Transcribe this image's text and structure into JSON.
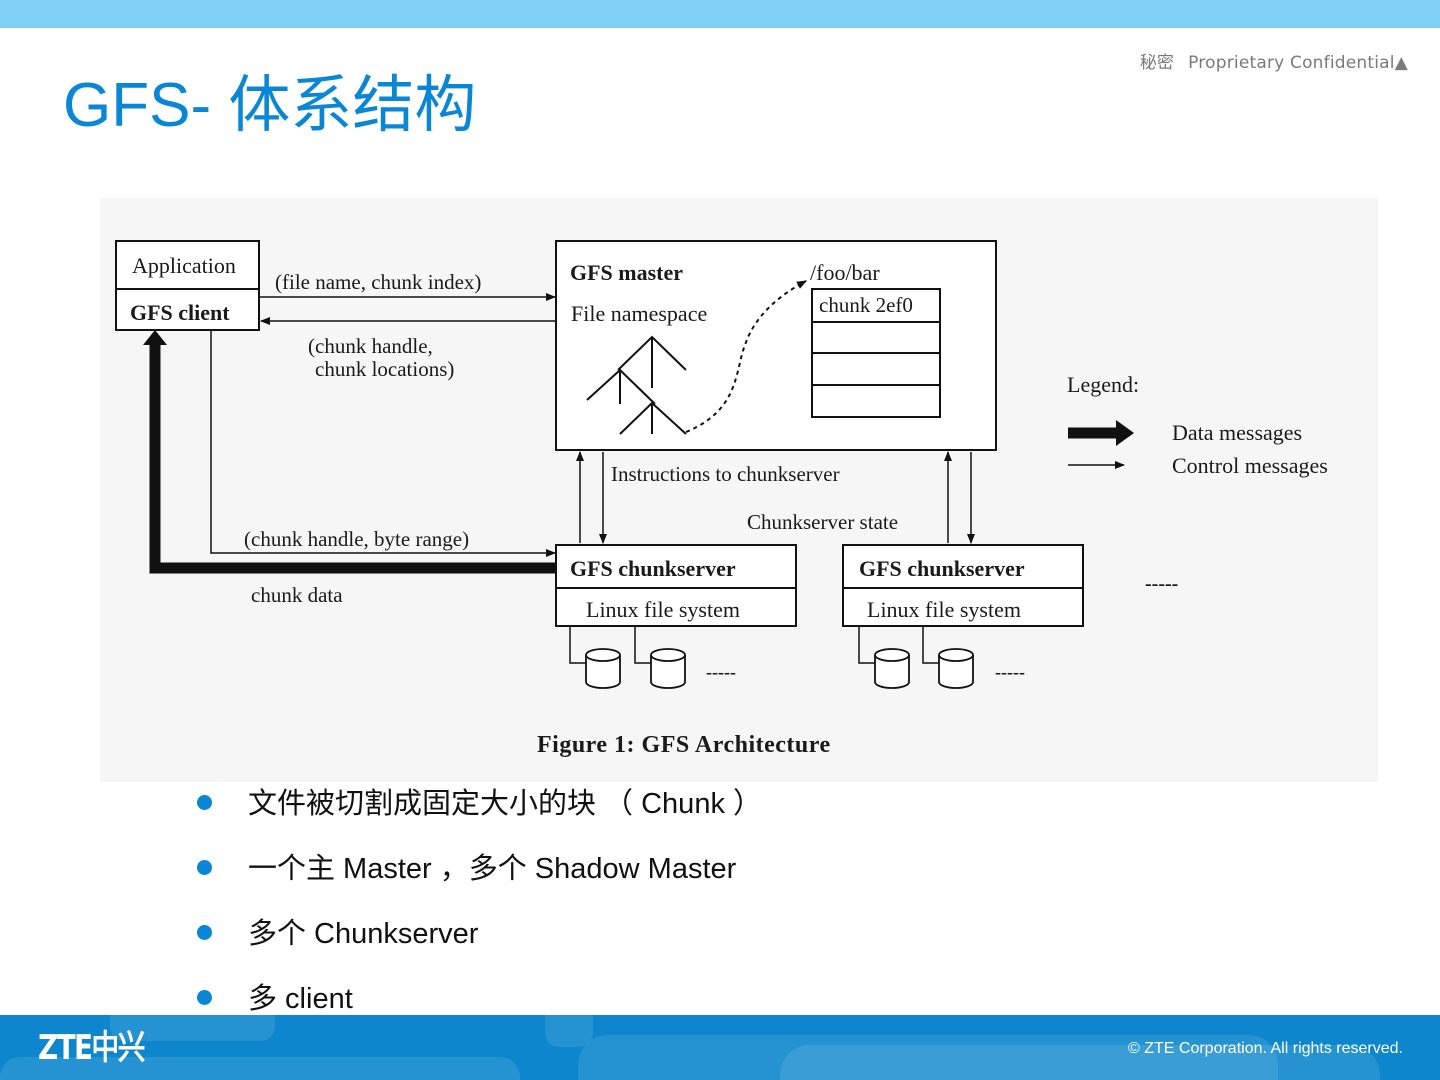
{
  "header": {
    "classification": "秘密",
    "confidential": "Proprietary Confidential",
    "confidential_mark": "▲",
    "accent_color": "#7fd0f5"
  },
  "slide": {
    "title": "GFS- 体系结构",
    "title_color": "#0a86d6"
  },
  "figure": {
    "application": "Application",
    "gfs_client": "GFS client",
    "req_label": "(file name, chunk index)",
    "resp_label_1": "(chunk handle,",
    "resp_label_2": "chunk locations)",
    "master_title": "GFS master",
    "file_namespace": "File namespace",
    "path": "/foo/bar",
    "chunk": "chunk 2ef0",
    "legend": "Legend:",
    "data_messages": "Data messages",
    "control_messages": "Control messages",
    "instructions": "Instructions to chunkserver",
    "chunkserver_state": "Chunkserver state",
    "byte_range": "(chunk handle, byte range)",
    "chunk_data": "chunk data",
    "chunkserver": "GFS chunkserver",
    "linux_fs": "Linux file system",
    "ellipsis": "-----",
    "caption": "Figure 1:  GFS Architecture"
  },
  "bullets": [
    "文件被切割成固定大小的块 （ Chunk ）",
    "一个主 Master ，多个 Shadow Master",
    "多个 Chunkserver",
    "多 client"
  ],
  "footer": {
    "logo": "ZTE中兴",
    "copyright": "© ZTE Corporation. All rights reserved.",
    "color": "#0d86cd"
  }
}
